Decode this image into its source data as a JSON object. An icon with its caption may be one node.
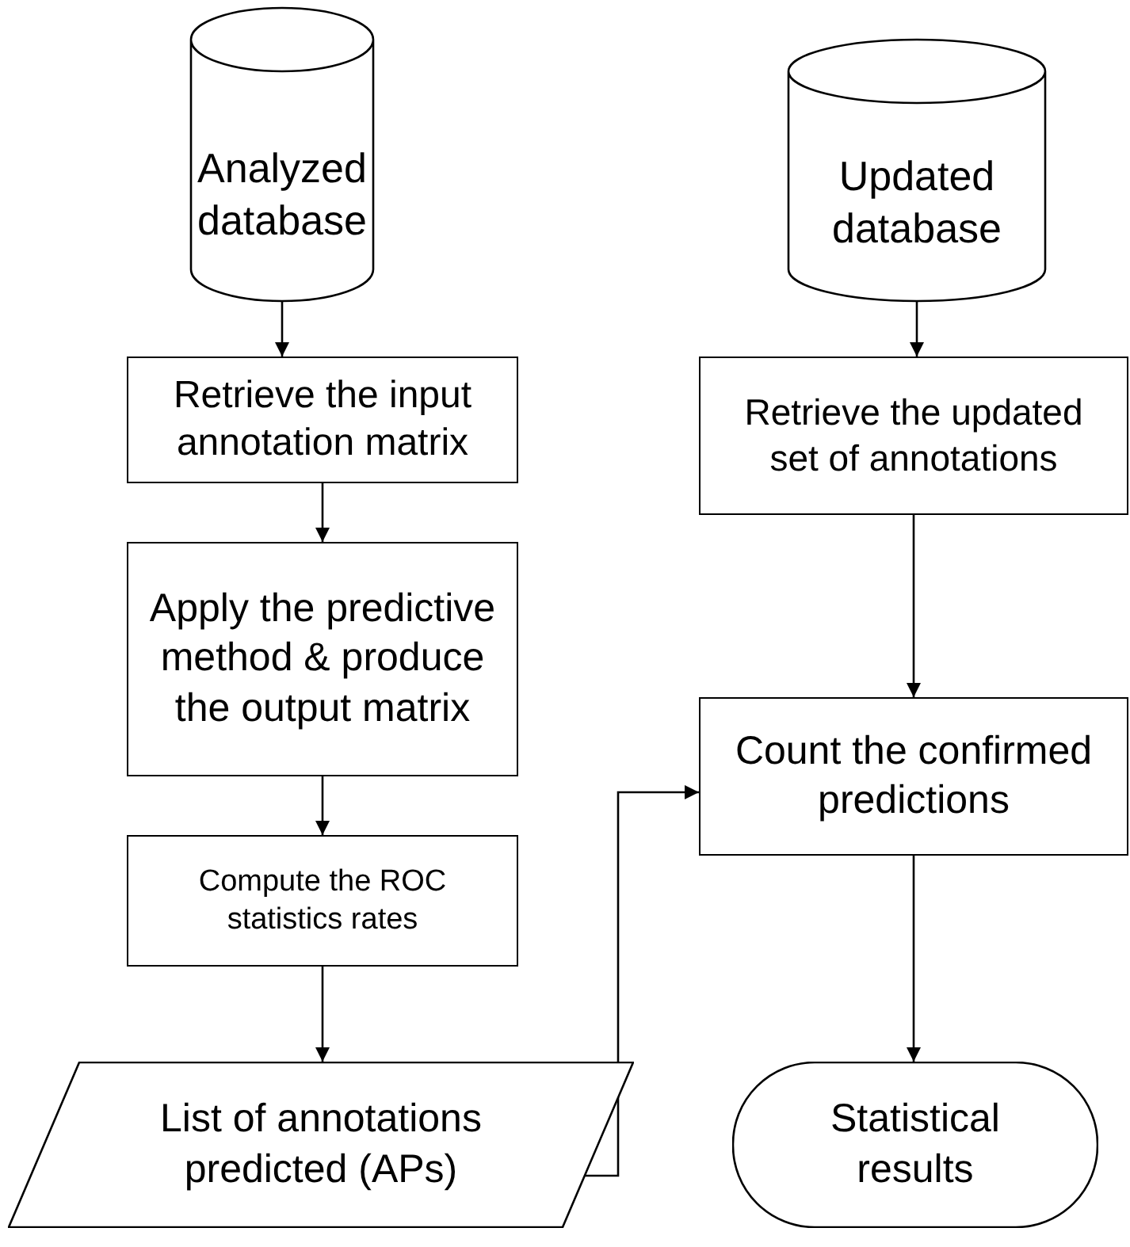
{
  "diagram": {
    "nodes": [
      {
        "text": [
          "Analyzed database"
        ]
      },
      {
        "text": [
          "Retrieve the input annotation matrix"
        ]
      },
      {
        "text": [
          "Apply the predictive method & produce the output matrix"
        ]
      },
      {
        "text": [
          "Compute the ROC statistics rates"
        ]
      },
      {
        "text": [
          "List of annotations predicted (APs)"
        ]
      },
      {
        "text": [
          "Updated database"
        ]
      },
      {
        "text": [
          "Retrieve the updated set of annotations"
        ]
      },
      {
        "text": [
          "Count the confirmed predictions"
        ]
      },
      {
        "text": [
          "Statistical results"
        ]
      }
    ],
    "edges": [
      {
        "from": 0,
        "to": 1,
        "arrow": "to"
      },
      {
        "from": 1,
        "to": 2,
        "arrow": "to"
      },
      {
        "from": 2,
        "to": 3,
        "arrow": "to"
      },
      {
        "from": 3,
        "to": 4,
        "arrow": "to"
      },
      {
        "from": 4,
        "to": 7,
        "arrow": "to"
      },
      {
        "from": 5,
        "to": 6,
        "arrow": "to"
      },
      {
        "from": 6,
        "to": 7,
        "arrow": "to"
      },
      {
        "from": 7,
        "to": 8,
        "arrow": "to"
      }
    ]
  }
}
